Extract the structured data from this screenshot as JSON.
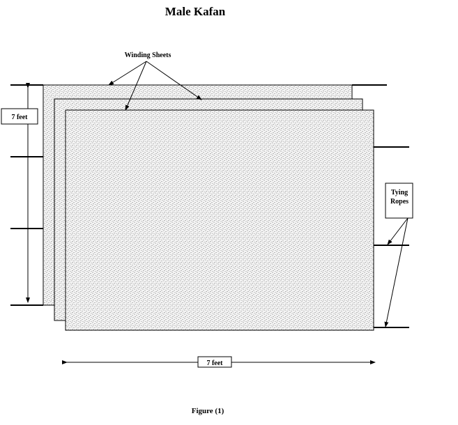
{
  "title": "Male Kafan",
  "labels": {
    "winding_sheets": "Winding Sheets",
    "height_measure": "7 feet",
    "width_measure": "7 feet",
    "tying_ropes_line1": "Tying",
    "tying_ropes_line2": "Ropes"
  },
  "caption": "Figure (1)",
  "colors": {
    "sheet_fill": "#f4f4f4",
    "stipple": "#555555",
    "line": "#000000"
  }
}
